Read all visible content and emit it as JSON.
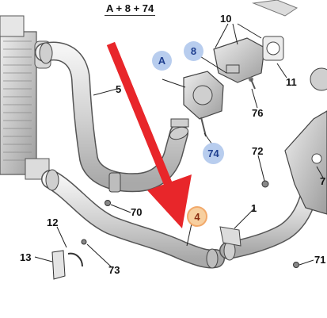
{
  "formula": "A + 8 + 74",
  "callouts": [
    {
      "id": "a",
      "text": "A"
    },
    {
      "id": "8",
      "text": "8"
    },
    {
      "id": "74",
      "text": "74"
    },
    {
      "id": "4",
      "text": "4"
    }
  ],
  "labels": {
    "p10": "10",
    "p11": "11",
    "p76": "76",
    "p5": "5",
    "p72": "72",
    "p7": "7",
    "p70": "70",
    "p1": "1",
    "p12": "12",
    "p13": "13",
    "p73": "73",
    "p71": "71"
  },
  "colors": {
    "arrow": "#e8262a",
    "callout_fill": "#b8cdee",
    "highlight_fill": "#f7cf9f"
  }
}
